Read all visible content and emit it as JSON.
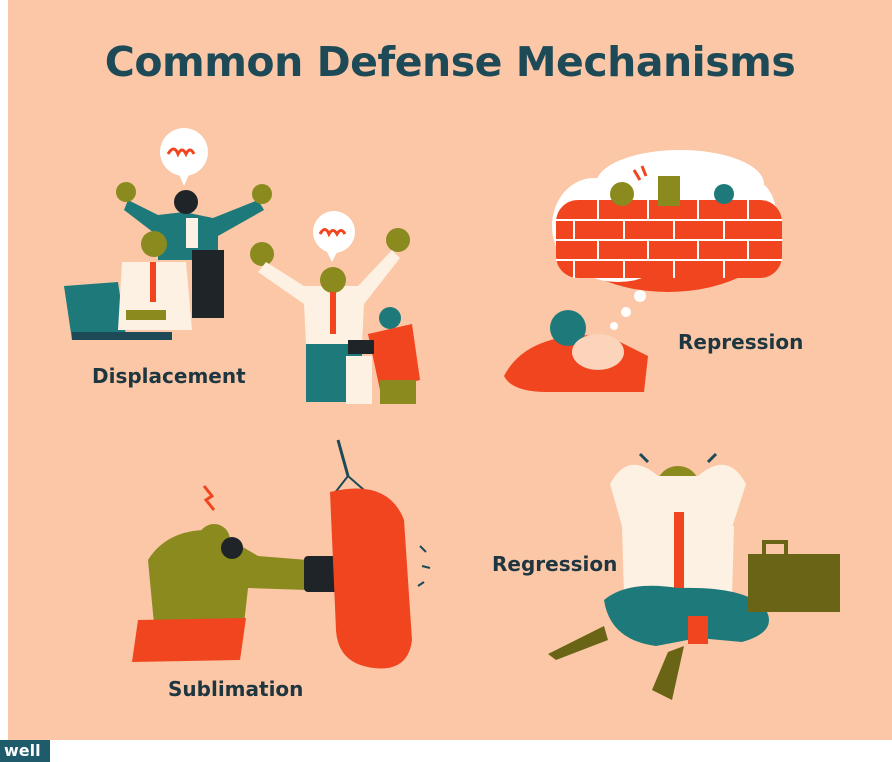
{
  "title": "Common Defense Mechanisms",
  "mechanisms": [
    {
      "label": "Displacement"
    },
    {
      "label": "Repression"
    },
    {
      "label": "Sublimation"
    },
    {
      "label": "Regression"
    }
  ],
  "brand": "well",
  "colors": {
    "background": "#fbc7a6",
    "title": "#1e4a57",
    "teal": "#1e7a7a",
    "red_orange": "#f0451f",
    "olive": "#8a8a1e",
    "shirt": "#fdf1e3",
    "dark_text": "#1e3640"
  },
  "icons": [
    "angry-speech-bubble-icon",
    "brick-wall-icon",
    "thought-cloud-icon",
    "punching-bag-icon",
    "briefcase-icon"
  ]
}
